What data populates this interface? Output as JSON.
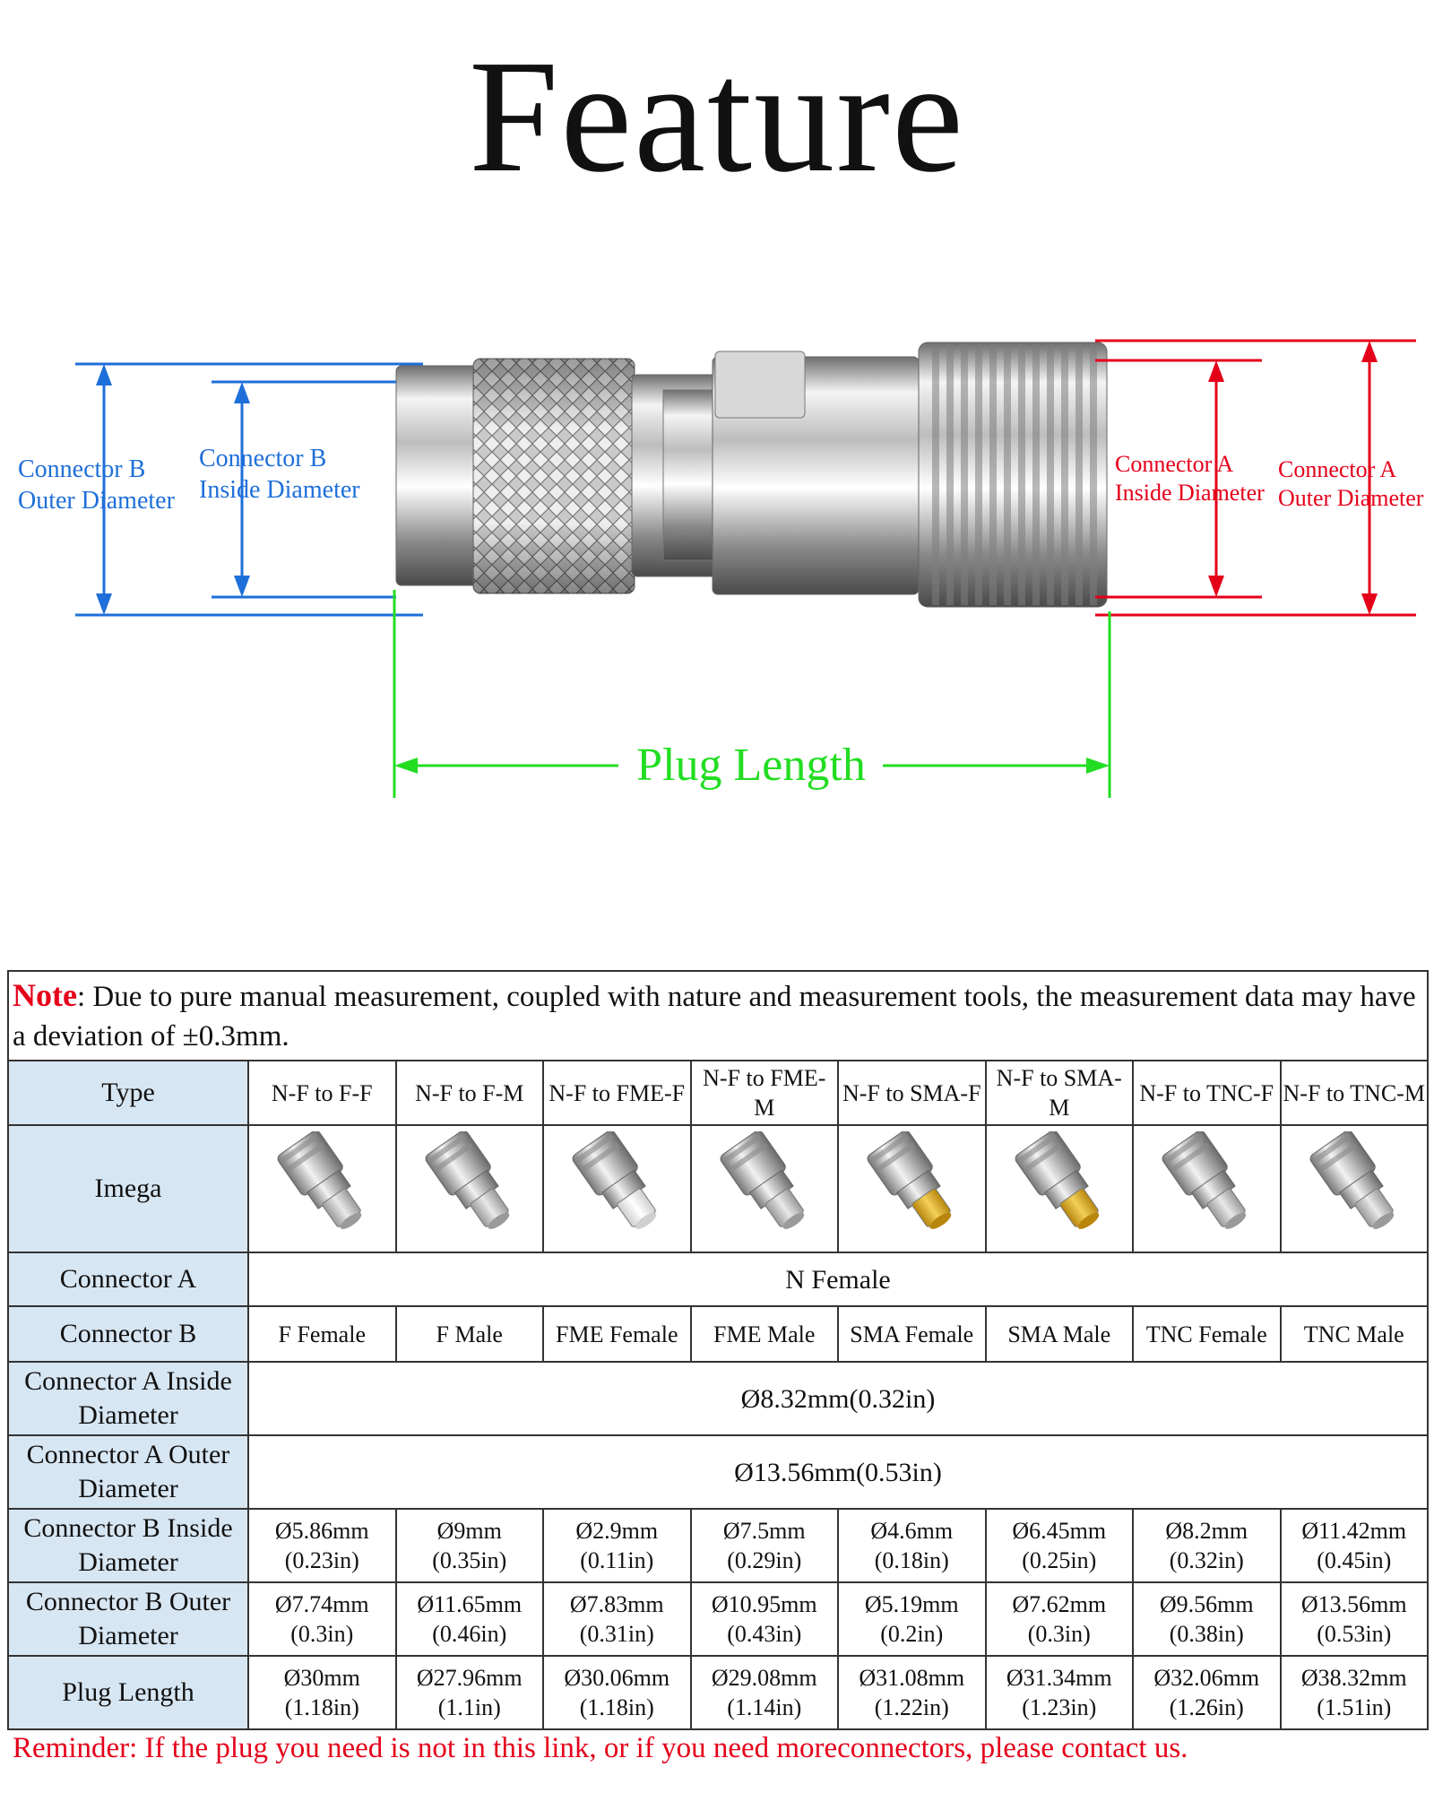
{
  "title": "Feature",
  "diagram": {
    "label_b_outer": [
      "Connector B",
      "Outer Diameter"
    ],
    "label_b_inside": [
      "Connector B",
      "Inside Diameter"
    ],
    "label_a_inside": [
      "Connector A",
      "Inside Diameter"
    ],
    "label_a_outer": [
      "Connector A",
      "Outer Diameter"
    ],
    "label_length": "Plug Length",
    "colors": {
      "connector_b": "#1e6fd9",
      "connector_a": "#e5001a",
      "length": "#22dd22"
    }
  },
  "note": {
    "label": "Note",
    "text": ": Due to pure manual measurement, coupled with nature and measurement tools, the measurement data may have a deviation of ±0.3mm."
  },
  "table": {
    "row_labels": {
      "type": "Type",
      "image": "Imega",
      "connector_a": "Connector A",
      "connector_b": "Connector B",
      "a_inside": "Connector A Inside Diameter",
      "a_outer": "Connector A Outer Diameter",
      "b_inside": "Connector B Inside Diameter",
      "b_outer": "Connector B Outer Diameter",
      "length": "Plug Length"
    },
    "connector_a_value": "N Female",
    "a_inside_value": "Ø8.32mm(0.32in)",
    "a_outer_value": "Ø13.56mm(0.53in)",
    "columns": [
      {
        "type": "N-F to F-F",
        "connector_b": "F Female",
        "b_inside": [
          "Ø5.86mm",
          "(0.23in)"
        ],
        "b_outer": [
          "Ø7.74mm",
          "(0.3in)"
        ],
        "length": [
          "Ø30mm",
          "(1.18in)"
        ],
        "tip": "silver"
      },
      {
        "type": "N-F to F-M",
        "connector_b": "F Male",
        "b_inside": [
          "Ø9mm",
          "(0.35in)"
        ],
        "b_outer": [
          "Ø11.65mm",
          "(0.46in)"
        ],
        "length": [
          "Ø27.96mm",
          "(1.1in)"
        ],
        "tip": "silver"
      },
      {
        "type": "N-F to FME-F",
        "connector_b": "FME Female",
        "b_inside": [
          "Ø2.9mm",
          "(0.11in)"
        ],
        "b_outer": [
          "Ø7.83mm",
          "(0.31in)"
        ],
        "length": [
          "Ø30.06mm",
          "(1.18in)"
        ],
        "tip": "white"
      },
      {
        "type": "N-F to FME-M",
        "connector_b": "FME Male",
        "b_inside": [
          "Ø7.5mm",
          "(0.29in)"
        ],
        "b_outer": [
          "Ø10.95mm",
          "(0.43in)"
        ],
        "length": [
          "Ø29.08mm",
          "(1.14in)"
        ],
        "tip": "silver"
      },
      {
        "type": "N-F to SMA-F",
        "connector_b": "SMA Female",
        "b_inside": [
          "Ø4.6mm",
          "(0.18in)"
        ],
        "b_outer": [
          "Ø5.19mm",
          "(0.2in)"
        ],
        "length": [
          "Ø31.08mm",
          "(1.22in)"
        ],
        "tip": "gold"
      },
      {
        "type": "N-F to SMA-M",
        "connector_b": "SMA Male",
        "b_inside": [
          "Ø6.45mm",
          "(0.25in)"
        ],
        "b_outer": [
          "Ø7.62mm",
          "(0.3in)"
        ],
        "length": [
          "Ø31.34mm",
          "(1.23in)"
        ],
        "tip": "gold"
      },
      {
        "type": "N-F to TNC-F",
        "connector_b": "TNC Female",
        "b_inside": [
          "Ø8.2mm",
          "(0.32in)"
        ],
        "b_outer": [
          "Ø9.56mm",
          "(0.38in)"
        ],
        "length": [
          "Ø32.06mm",
          "(1.26in)"
        ],
        "tip": "silver"
      },
      {
        "type": "N-F to TNC-M",
        "connector_b": "TNC Male",
        "b_inside": [
          "Ø11.42mm",
          "(0.45in)"
        ],
        "b_outer": [
          "Ø13.56mm",
          "(0.53in)"
        ],
        "length": [
          "Ø38.32mm",
          "(1.51in)"
        ],
        "tip": "silver"
      }
    ]
  },
  "reminder": "Reminder: If the plug you need is not in this link, or if you need moreconnectors, please contact us."
}
